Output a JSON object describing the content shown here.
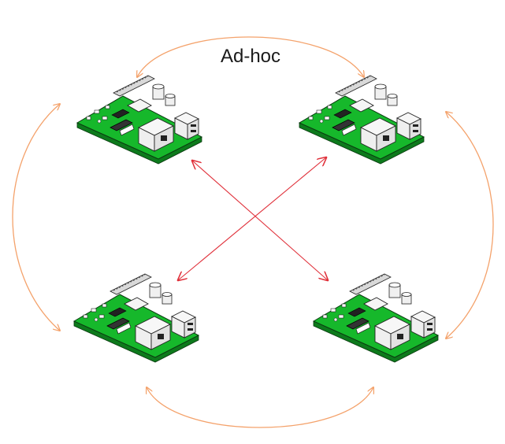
{
  "diagram": {
    "title": "Ad-hoc",
    "nodes": [
      {
        "id": "board-top-left",
        "icon": "raspberry-pi-board-icon"
      },
      {
        "id": "board-top-right",
        "icon": "raspberry-pi-board-icon"
      },
      {
        "id": "board-bottom-left",
        "icon": "raspberry-pi-board-icon"
      },
      {
        "id": "board-bottom-right",
        "icon": "raspberry-pi-board-icon"
      }
    ],
    "links": [
      {
        "from": "board-top-left",
        "to": "board-top-right",
        "style": "curved",
        "color": "#f4a26b"
      },
      {
        "from": "board-bottom-left",
        "to": "board-bottom-right",
        "style": "curved",
        "color": "#f4a26b"
      },
      {
        "from": "board-top-left",
        "to": "board-bottom-left",
        "style": "curved",
        "color": "#f4a26b"
      },
      {
        "from": "board-top-right",
        "to": "board-bottom-right",
        "style": "curved",
        "color": "#f4a26b"
      },
      {
        "from": "board-top-left",
        "to": "board-bottom-right",
        "style": "straight",
        "color": "#e0303a"
      },
      {
        "from": "board-top-right",
        "to": "board-bottom-left",
        "style": "straight",
        "color": "#e0303a"
      }
    ],
    "colors": {
      "board_green": "#14b82a",
      "curve_orange": "#f4a26b",
      "cross_red": "#e0303a"
    }
  }
}
